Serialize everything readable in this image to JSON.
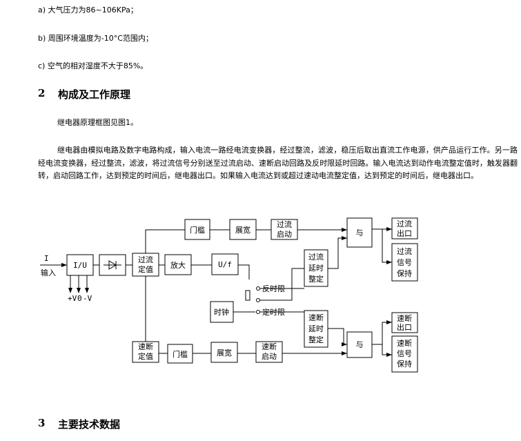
{
  "conditions": {
    "a": "a) 大气压力为86~106KPa；",
    "b": "b) 周围环境温度为-10°C范围内；",
    "c": "c) 空气的相对湿度不大于85%。"
  },
  "section2": {
    "number": "2",
    "title": "构成及工作原理"
  },
  "intro": "继电器原理框图见图1。",
  "paragraph": "继电器由模拟电路及数字电路构成，输入电流一路经电流变换器，经过整流，滤波，稳压后取出直流工作电源，供产品运行工作。另一路经电流变换器，经过整流，滤波，将过流信号分别送至过流启动、速断启动回路及反时限延时回路。输入电流达到动作电流整定值时，触发器翻转，启动回路工作，达到预定的时间后，继电器出口。如果输入电流达到或超过速动电流整定值，达到预定的时间后，继电器出口。",
  "section3": {
    "number": "3",
    "title": "主要技术数据"
  },
  "diagram": {
    "input_symbol": "I",
    "input_label": "输入",
    "iu": "I/U",
    "power_labels": [
      "+V",
      "0",
      "-V"
    ],
    "overcurrent_setting": [
      "过流",
      "定值"
    ],
    "amplifier": "放大",
    "uf": "U/f",
    "threshold_top": "门槛",
    "broaden_top": "展宽",
    "oc_start": [
      "过流",
      "启动"
    ],
    "and_top": "与",
    "oc_out": [
      "过流",
      "出口"
    ],
    "oc_signal": [
      "过流",
      "信号",
      "保持"
    ],
    "oc_delay": [
      "过流",
      "延时",
      "整定"
    ],
    "inverse_time": "反时限",
    "definite_time": "定时限",
    "clock": "时钟",
    "qb_delay": [
      "速断",
      "延时",
      "整定"
    ],
    "qb_setting": [
      "速断",
      "定值"
    ],
    "threshold_bottom": "门槛",
    "broaden_bottom": "展宽",
    "qb_start": [
      "速断",
      "启动"
    ],
    "and_bottom": "与",
    "qb_out": [
      "速断",
      "出口"
    ],
    "qb_signal": [
      "速断",
      "信号",
      "保持"
    ]
  }
}
